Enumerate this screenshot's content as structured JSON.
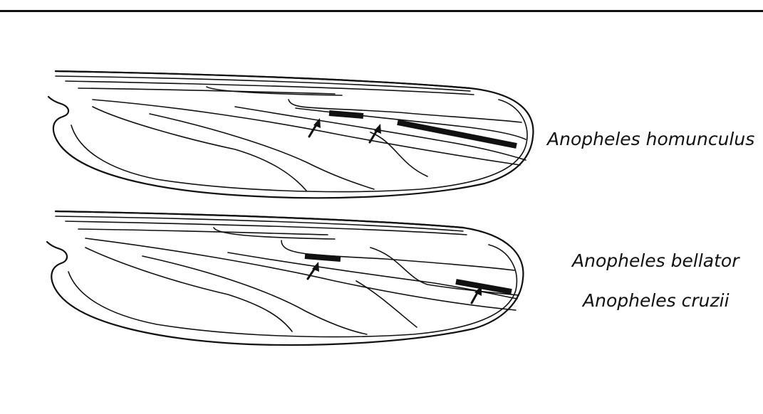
{
  "labels": {
    "wing_top": "Anopheles homunculus",
    "wing_bottom_1": "Anopheles bellator",
    "wing_bottom_2": "Anopheles cruzii"
  },
  "colors": {
    "ink": "#111111",
    "background": "#ffffff"
  }
}
